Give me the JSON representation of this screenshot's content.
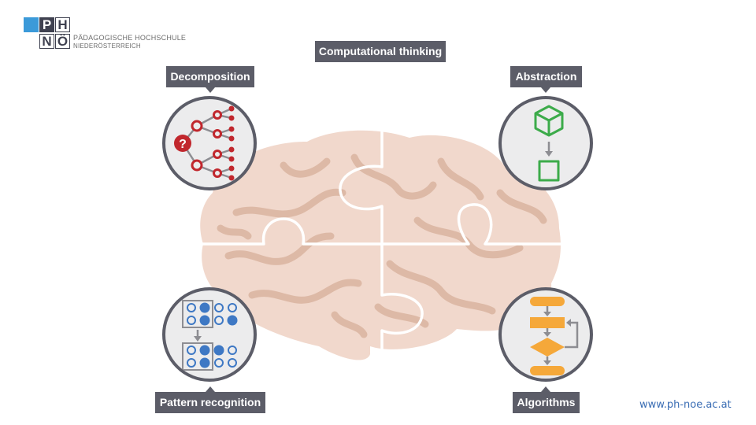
{
  "logo": {
    "letters": [
      "P",
      "H",
      "N",
      "Ö"
    ],
    "line1": "PÄDAGOGISCHE HOCHSCHULE",
    "line2": "NIEDERÖSTERREICH",
    "colors": {
      "blue": "#3b9ad9",
      "dark": "#3f4150",
      "white": "#ffffff"
    }
  },
  "diagram": {
    "title": "Computational thinking",
    "decomposition": {
      "label": "Decomposition",
      "icon": "tree-icon",
      "question_mark": "?",
      "accent": "#c1272d"
    },
    "abstraction": {
      "label": "Abstraction",
      "icon": "cube-to-square-icon",
      "accent": "#3cab4a"
    },
    "pattern_recognition": {
      "label": "Pattern recognition",
      "icon": "dot-grid-icon",
      "accent": "#3e78c4"
    },
    "algorithms": {
      "label": "Algorithms",
      "icon": "flowchart-icon",
      "accent": "#f5a83a"
    },
    "brain": {
      "icon": "brain-puzzle-icon",
      "fill": "#f1d8cc",
      "fold": "#ddb9a6"
    }
  },
  "footer": {
    "url": "www.ph-noe.ac.at"
  }
}
